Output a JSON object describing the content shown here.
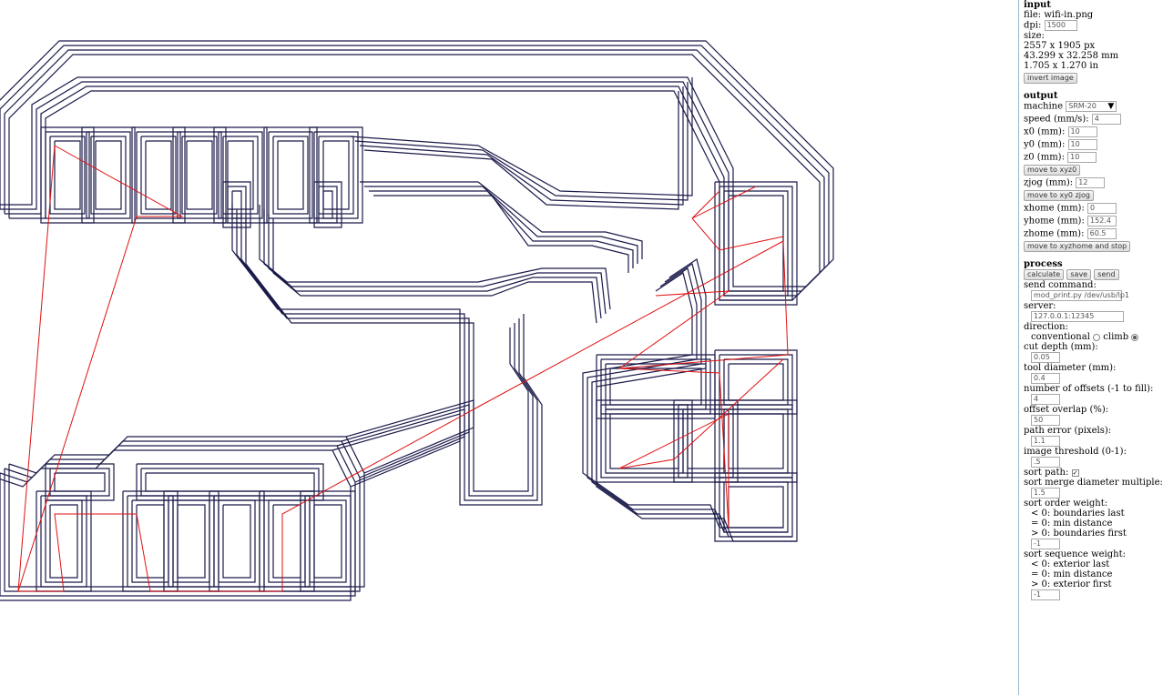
{
  "input": {
    "heading": "input",
    "file": "file: wifi-in.png",
    "dpi_label": "dpi:",
    "dpi_value": "1500",
    "size_label": "size:",
    "size_px": "2557 x 1905 px",
    "size_mm": "43.299 x 32.258 mm",
    "size_in": "1.705 x 1.270 in",
    "invert_button": "invert image"
  },
  "output": {
    "heading": "output",
    "machine_label": "machine",
    "machine_value": "SRM-20",
    "speed_label": "speed (mm/s):",
    "speed_value": "4",
    "x0_label": "x0 (mm):",
    "x0_value": "10",
    "y0_label": "y0 (mm):",
    "y0_value": "10",
    "z0_label": "z0 (mm):",
    "z0_value": "10",
    "move_xyz0_button": "move to xyz0",
    "zjog_label": "zjog (mm):",
    "zjog_value": "12",
    "move_xy0_button": "move to xy0 zjog",
    "xhome_label": "xhome (mm):",
    "xhome_value": "0",
    "yhome_label": "yhome (mm):",
    "yhome_value": "152.4",
    "zhome_label": "zhome (mm):",
    "zhome_value": "60.5",
    "move_home_button": "move to xyzhome and stop"
  },
  "process": {
    "heading": "process",
    "calculate_button": "calculate",
    "save_button": "save",
    "send_button": "send",
    "send_command_label": "send command:",
    "send_command_value": "mod_print.py /dev/usb/lp1",
    "server_label": "server:",
    "server_value": "127.0.0.1:12345",
    "direction_label": "direction:",
    "conventional_label": "conventional",
    "climb_label": "climb",
    "cut_depth_label": "cut depth (mm):",
    "cut_depth_value": "0.05",
    "tool_diameter_label": "tool diameter (mm):",
    "tool_diameter_value": "0.4",
    "offsets_label": "number of offsets (-1 to fill):",
    "offsets_value": "4",
    "overlap_label": "offset overlap (%):",
    "overlap_value": "50",
    "path_error_label": "path error (pixels):",
    "path_error_value": "1.1",
    "threshold_label": "image threshold (0-1):",
    "threshold_value": ".5",
    "sort_path_label": "sort path:",
    "merge_label": "sort merge diameter multiple:",
    "merge_value": "1.5",
    "order_label": "sort order weight:",
    "order_opt1": "< 0: boundaries last",
    "order_opt2": "= 0: min distance",
    "order_opt3": "> 0: boundaries first",
    "order_value": "-1",
    "sequence_label": "sort sequence weight:",
    "seq_opt1": "< 0: exterior last",
    "seq_opt2": "= 0: min distance",
    "seq_opt3": "> 0: exterior first",
    "sequence_value": "-1"
  },
  "colors": {
    "path": "#1a1a4a",
    "travel": "#e01010",
    "divider": "#9ab8cc"
  },
  "icons": {
    "select_arrow": "dropdown-arrow-icon",
    "checkbox": "checkmark-icon"
  }
}
